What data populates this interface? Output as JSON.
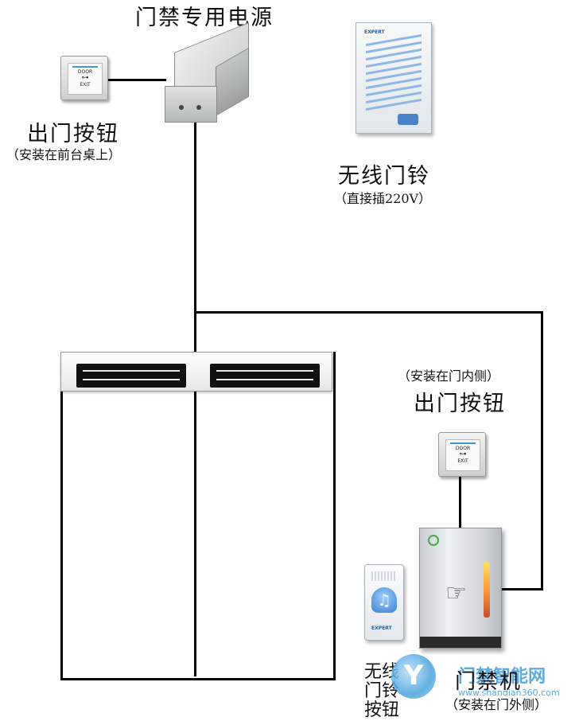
{
  "labels": {
    "power_supply": "门禁专用电源",
    "exit_button_top": "出门按钮",
    "exit_button_top_note": "（安装在前台桌上）",
    "wireless_chime": "无线门铃",
    "wireless_chime_note": "（直接插220V）",
    "exit_button_right_note": "（安装在门内侧）",
    "exit_button_right": "出门按钮",
    "doorbell_button_line1": "无线",
    "doorbell_button_line2": "门铃",
    "doorbell_button_line3": "按钮",
    "access_reader": "门禁机",
    "access_reader_note": "（安装在门外侧）"
  },
  "device_text": {
    "exit_plate_top": "DOOR",
    "exit_plate_bottom": "EXIT",
    "chime_brand": "EXPERT",
    "bell_brand": "EXPERT"
  },
  "watermark": {
    "name": "门禁智能网",
    "url": "www.shandian360.com"
  },
  "icons": [
    "key-icon",
    "card-swipe-icon",
    "bell-icon",
    "watermark-logo"
  ]
}
